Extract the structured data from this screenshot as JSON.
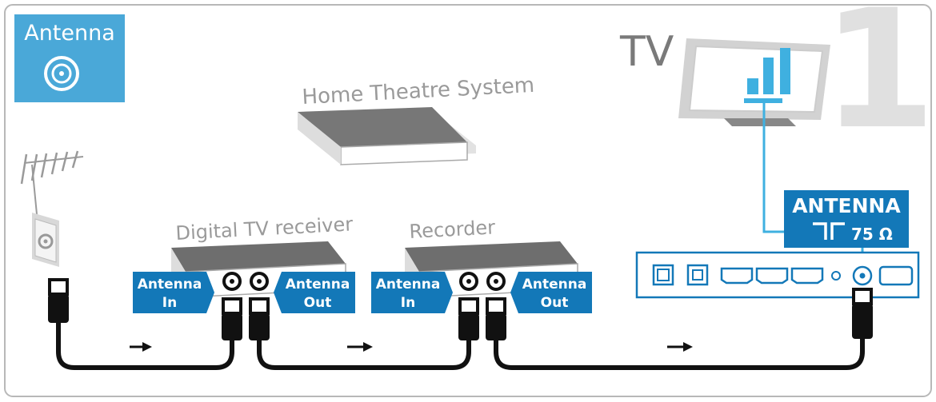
{
  "step_number": "1",
  "antenna_badge": {
    "label": "Antenna"
  },
  "tv_label": "TV",
  "home_theatre_label": "Home Theatre System",
  "digital_receiver": {
    "label": "Digital TV receiver",
    "in_line1": "Antenna",
    "in_line2": "In",
    "out_line1": "Antenna",
    "out_line2": "Out"
  },
  "recorder": {
    "label": "Recorder",
    "in_line1": "Antenna",
    "in_line2": "In",
    "out_line1": "Antenna",
    "out_line2": "Out"
  },
  "tv_port": {
    "title": "ANTENNA",
    "spec": "75 Ω"
  },
  "colors": {
    "accent_blue": "#1378b8",
    "badge_blue": "#4aa8d8",
    "tv_line": "#3fb0e0",
    "device_gray": "#7a7a7a",
    "label_gray": "#9a9a9a",
    "cable": "#111111"
  }
}
